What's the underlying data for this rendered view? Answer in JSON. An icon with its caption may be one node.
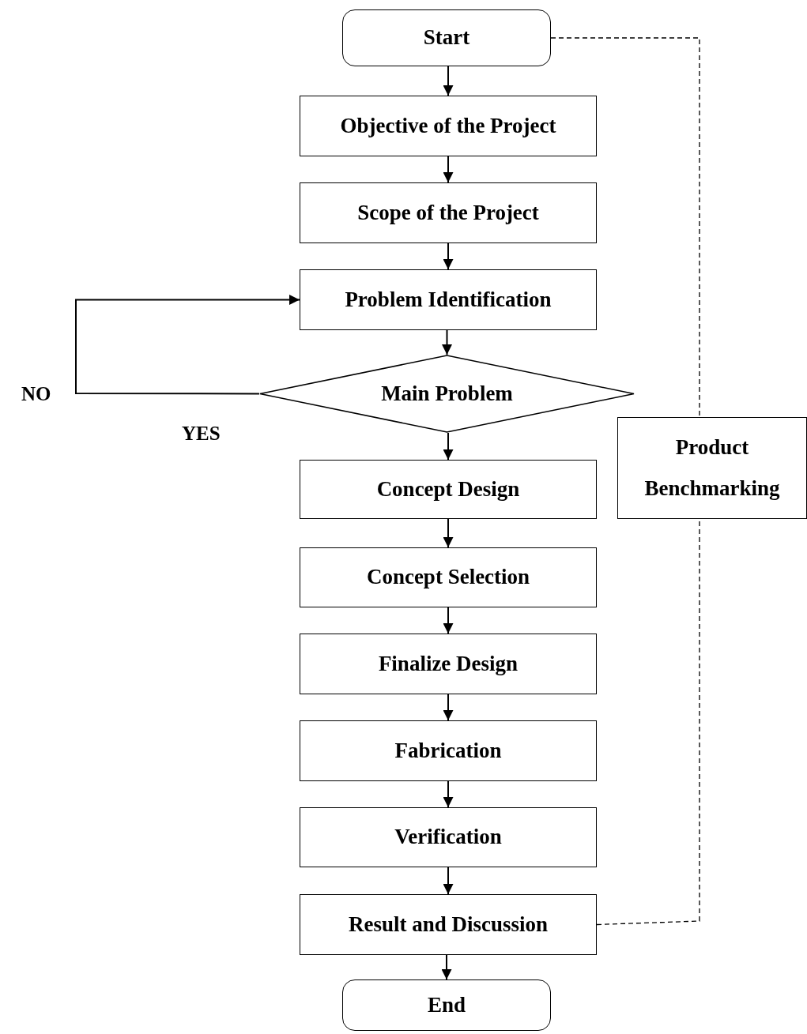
{
  "diagram": {
    "nodes": [
      {
        "text": [
          "Start"
        ]
      },
      {
        "text": [
          "Objective of the Project"
        ]
      },
      {
        "text": [
          "Scope of the Project"
        ]
      },
      {
        "text": [
          "Problem Identification"
        ]
      },
      {
        "text": [
          "Main Problem"
        ]
      },
      {
        "text": [
          "Concept Design"
        ]
      },
      {
        "text": [
          "Concept Selection"
        ]
      },
      {
        "text": [
          "Finalize Design"
        ]
      },
      {
        "text": [
          "Fabrication"
        ]
      },
      {
        "text": [
          "Verification"
        ]
      },
      {
        "text": [
          "Result and Discussion"
        ]
      },
      {
        "text": [
          "End"
        ]
      },
      {
        "text": [
          "Product Benchmarking"
        ]
      }
    ],
    "edges": [
      {
        "from": 0,
        "to": 1,
        "arrow": "to"
      },
      {
        "from": 1,
        "to": 2,
        "arrow": "to"
      },
      {
        "from": 2,
        "to": 3,
        "arrow": "to"
      },
      {
        "from": 3,
        "to": 4,
        "arrow": "to"
      },
      {
        "from": 4,
        "to": 5,
        "arrow": "to"
      },
      {
        "from": 5,
        "to": 6,
        "arrow": "to"
      },
      {
        "from": 6,
        "to": 7,
        "arrow": "to"
      },
      {
        "from": 7,
        "to": 8,
        "arrow": "to"
      },
      {
        "from": 8,
        "to": 9,
        "arrow": "to"
      },
      {
        "from": 9,
        "to": 10,
        "arrow": "to"
      },
      {
        "from": 10,
        "to": 11,
        "arrow": "to"
      },
      {
        "from": 4,
        "to": 3,
        "arrow": "to",
        "label": "NO"
      },
      {
        "from": 0,
        "to": 12,
        "arrow": "none",
        "style": "dashed"
      },
      {
        "from": 10,
        "to": 12,
        "arrow": "none",
        "style": "dashed"
      }
    ],
    "labels": [
      "YES"
    ]
  }
}
